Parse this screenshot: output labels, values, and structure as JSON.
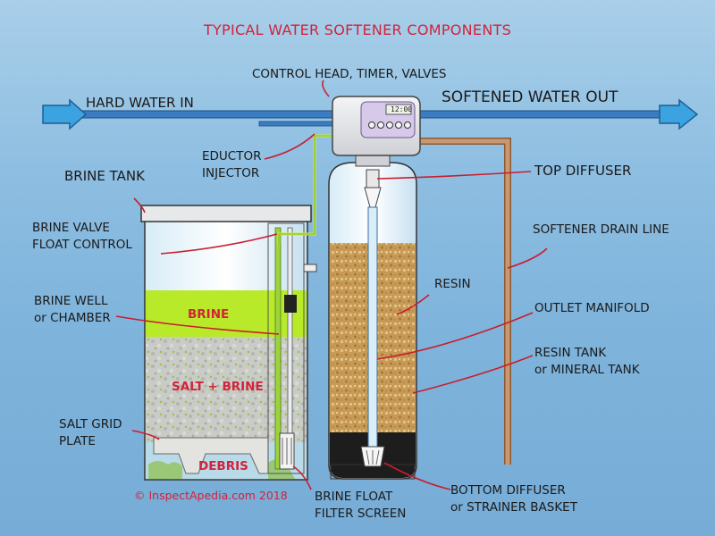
{
  "title": "TYPICAL WATER SOFTENER COMPONENTS",
  "labels": {
    "control_head": "CONTROL HEAD, TIMER, VALVES",
    "hard_water_in": "HARD WATER IN",
    "softened_water_out": "SOFTENED WATER OUT",
    "eductor_line1": "EDUCTOR",
    "eductor_line2": "INJECTOR",
    "brine_tank": "BRINE TANK",
    "top_diffuser": "TOP DIFFUSER",
    "brine_valve_line1": "BRINE VALVE",
    "brine_valve_line2": "FLOAT CONTROL",
    "softener_drain_line": "SOFTENER DRAIN LINE",
    "resin": "RESIN",
    "brine_well_line1": "BRINE WELL",
    "brine_well_line2": "or CHAMBER",
    "outlet_manifold": "OUTLET MANIFOLD",
    "resin_tank_line1": "RESIN TANK",
    "resin_tank_line2": "or MINERAL TANK",
    "salt_grid_line1": "SALT GRID",
    "salt_grid_line2": "PLATE",
    "bottom_diffuser_line1": "BOTTOM DIFFUSER",
    "bottom_diffuser_line2": "or STRAINER BASKET",
    "brine_float_line1": "BRINE FLOAT",
    "brine_float_line2": "FILTER SCREEN"
  },
  "tank_labels": {
    "brine": "BRINE",
    "salt_brine": "SALT + BRINE",
    "debris": "DEBRIS"
  },
  "timer_display": "12:00",
  "credit": "© InspectApedia.com 2018",
  "colors": {
    "title": "#d3223a",
    "leader_lines": "#c81e2e",
    "brine": "#b8ea2a",
    "resin": "#c79a55",
    "pipe": "#2f6fb0",
    "drain_line": "#b8855c",
    "arrow": "#3aa3e0"
  }
}
